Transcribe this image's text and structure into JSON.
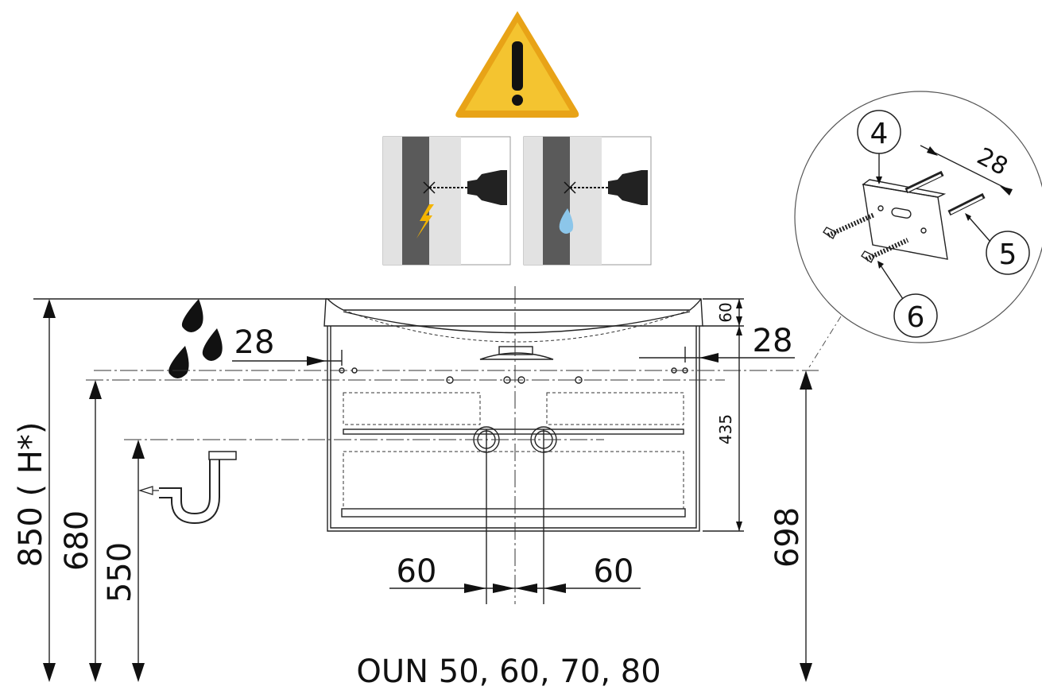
{
  "model_label": "OUN 50, 60, 70, 80",
  "dimensions": {
    "total_height": "850 ( H*)",
    "outlet_height": "680",
    "siphon_height": "550",
    "bracket_height": "698",
    "top_rim": "60",
    "cabinet_depth": "435",
    "left_offset": "28",
    "right_offset": "28",
    "pipe_left": "60",
    "pipe_right": "60"
  },
  "detail": {
    "part_bracket": "4",
    "part_dowel": "5",
    "part_screw": "6",
    "dowel_length": "28"
  },
  "colors": {
    "warning_fill": "#f4c430",
    "warning_border": "#e8a317",
    "wall_dark": "#5a5a5a",
    "wall_light": "#e2e2e2",
    "water": "#8cc6ea",
    "lightning": "#f4b400"
  },
  "icons": [
    "warning-icon",
    "drill-electric-icon",
    "drill-water-icon",
    "water-drops-icon",
    "siphon-icon"
  ]
}
